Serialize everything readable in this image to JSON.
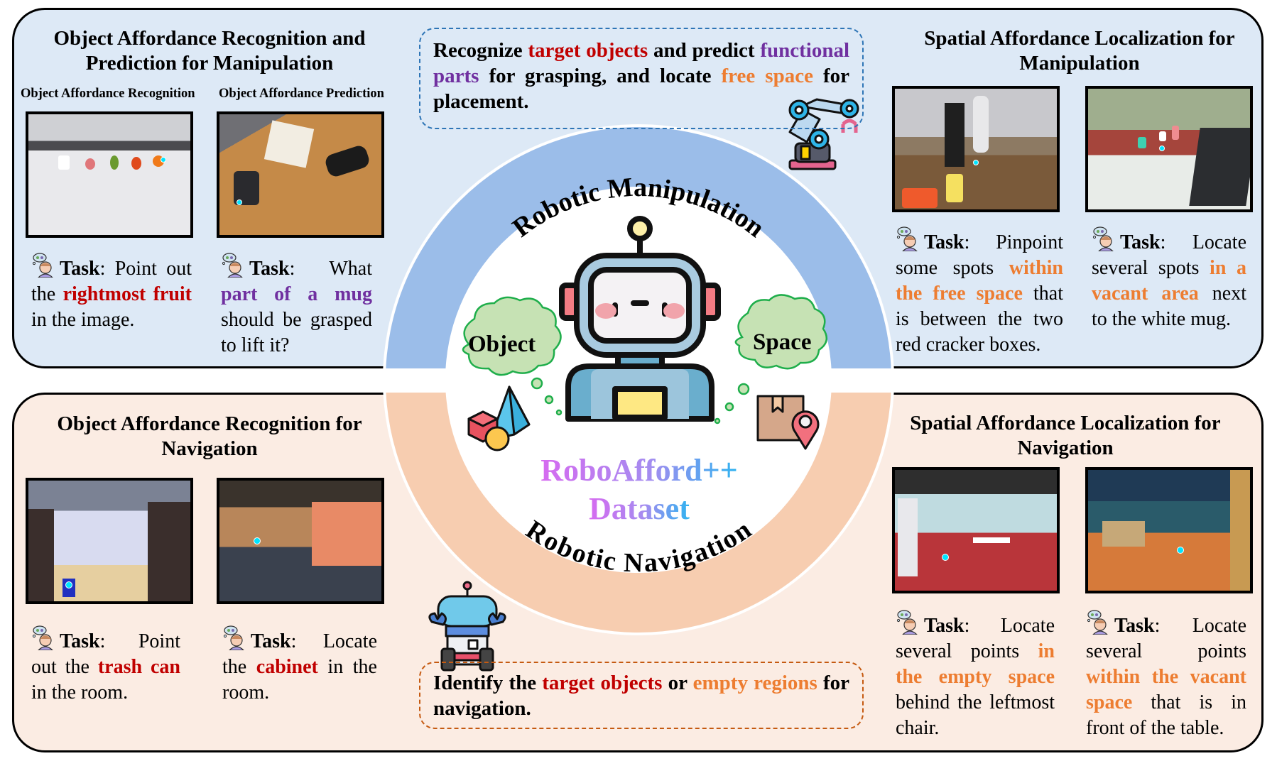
{
  "center": {
    "title_line1": "RoboAfford++",
    "title_line2": "Dataset",
    "arc_top_label": "Robotic Manipulation",
    "arc_bottom_label": "Robotic Navigation",
    "cloud_left": "Object",
    "cloud_right": "Space",
    "colors": {
      "manipulation_arc": "#9bbde9",
      "navigation_arc": "#f7cdb0",
      "title_gradient": [
        "#d66bf0",
        "#a58cf0",
        "#2fb3f0"
      ]
    }
  },
  "manipulation_box": {
    "parts": [
      {
        "t": "Recognize ",
        "c": ""
      },
      {
        "t": "target objects",
        "c": "red"
      },
      {
        "t": " and predict ",
        "c": ""
      },
      {
        "t": "functional parts",
        "c": "purple"
      },
      {
        "t": " for grasping, and locate ",
        "c": ""
      },
      {
        "t": "free space",
        "c": "orange"
      },
      {
        "t": " for placement.",
        "c": ""
      }
    ]
  },
  "navigation_box": {
    "parts": [
      {
        "t": "Identify the ",
        "c": ""
      },
      {
        "t": "target objects",
        "c": "red"
      },
      {
        "t": " or ",
        "c": ""
      },
      {
        "t": "empty regions",
        "c": "orange"
      },
      {
        "t": " for navigation.",
        "c": ""
      }
    ]
  },
  "sections": {
    "top_left": {
      "title": "Object Affordance Recognition and Prediction for Manipulation",
      "sub1": "Object Affordance Recognition",
      "sub2": "Object Affordance Prediction",
      "task1": [
        {
          "t": "Task",
          "c": "k"
        },
        {
          "t": ": Point out the ",
          "c": ""
        },
        {
          "t": "rightmost fruit",
          "c": "red"
        },
        {
          "t": " in the image.",
          "c": ""
        }
      ],
      "task2": [
        {
          "t": "Task",
          "c": "k"
        },
        {
          "t": ": What ",
          "c": ""
        },
        {
          "t": "part of a mug",
          "c": "purple"
        },
        {
          "t": " should be grasped to lift it?",
          "c": ""
        }
      ]
    },
    "top_right": {
      "title": "Spatial Affordance Localization for Manipulation",
      "task1": [
        {
          "t": "Task",
          "c": "k"
        },
        {
          "t": ": Pinpoint some spots ",
          "c": ""
        },
        {
          "t": "within the free space",
          "c": "orange"
        },
        {
          "t": " that is between the two red cracker boxes.",
          "c": ""
        }
      ],
      "task2": [
        {
          "t": "Task",
          "c": "k"
        },
        {
          "t": ": Locate several spots ",
          "c": ""
        },
        {
          "t": "in a vacant area",
          "c": "orange"
        },
        {
          "t": " next to the white mug.",
          "c": ""
        }
      ]
    },
    "bottom_left": {
      "title": "Object Affordance Recognition for Navigation",
      "task1": [
        {
          "t": "Task",
          "c": "k"
        },
        {
          "t": ": Point out the ",
          "c": ""
        },
        {
          "t": "trash can",
          "c": "red"
        },
        {
          "t": " in the room.",
          "c": ""
        }
      ],
      "task2": [
        {
          "t": "Task",
          "c": "k"
        },
        {
          "t": ": Locate the ",
          "c": ""
        },
        {
          "t": "cabinet",
          "c": "red"
        },
        {
          "t": " in the room.",
          "c": ""
        }
      ]
    },
    "bottom_right": {
      "title": "Spatial Affordance Localization for Navigation",
      "task1": [
        {
          "t": "Task",
          "c": "k"
        },
        {
          "t": ": Locate several points ",
          "c": ""
        },
        {
          "t": "in the empty space",
          "c": "orange"
        },
        {
          "t": " behind the leftmost chair.",
          "c": ""
        }
      ],
      "task2": [
        {
          "t": "Task",
          "c": "k"
        },
        {
          "t": ": Locate several points ",
          "c": ""
        },
        {
          "t": "within the vacant space",
          "c": "orange"
        },
        {
          "t": " that is in front of  the table.",
          "c": ""
        }
      ]
    }
  },
  "images": [
    {
      "id": "kitchen-fruits",
      "desc": "white counter with cup and fruits"
    },
    {
      "id": "desk-mug",
      "desc": "wooden desk with bottle, mug, napkins, glasses case"
    },
    {
      "id": "lab-table",
      "desc": "lab table with cracker boxes and robot arm"
    },
    {
      "id": "kitchen-counter",
      "desc": "wooden counter with cups and stove"
    },
    {
      "id": "sim-hallway",
      "desc": "simulated hallway with trash can"
    },
    {
      "id": "sim-cabinet-room",
      "desc": "simulated room with cabinet"
    },
    {
      "id": "sim-red-floor",
      "desc": "simulated room red floor with chairs and table"
    },
    {
      "id": "sim-wood-floor",
      "desc": "simulated room wood floor with table"
    }
  ]
}
